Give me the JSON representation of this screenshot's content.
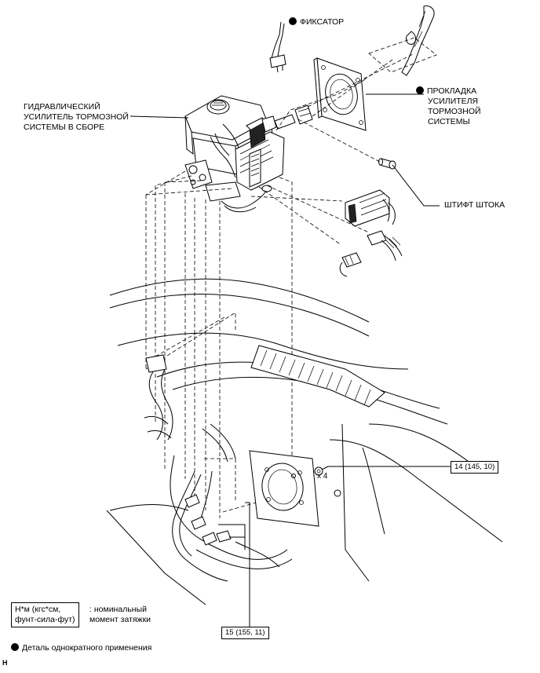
{
  "labels": {
    "retainer": "ФИКСАТОР",
    "gasket": [
      "ПРОКЛАДКА",
      "УСИЛИТЕЛЯ",
      "ТОРМОЗНОЙ",
      "СИСТЕМЫ"
    ],
    "booster": [
      "ГИДРАВЛИЧЕСКИЙ",
      "УСИЛИТЕЛЬ ТОРМОЗНОЙ",
      "СИСТЕМЫ В СБОРЕ"
    ],
    "push_rod_pin": "ШТИФТ ШТОКА"
  },
  "torque_specs": {
    "nuts_count": "x 4",
    "nuts": "14 (145, 10)",
    "brake_lines": "15 (155, 11)"
  },
  "legend": {
    "unit": [
      "Н*м (кгс*см,",
      "фунт-сила-фут)"
    ],
    "unit_description": [
      ": номинальный",
      "момент затяжки"
    ],
    "non_reusable": "Деталь однократного применения"
  },
  "footer_code": "H"
}
